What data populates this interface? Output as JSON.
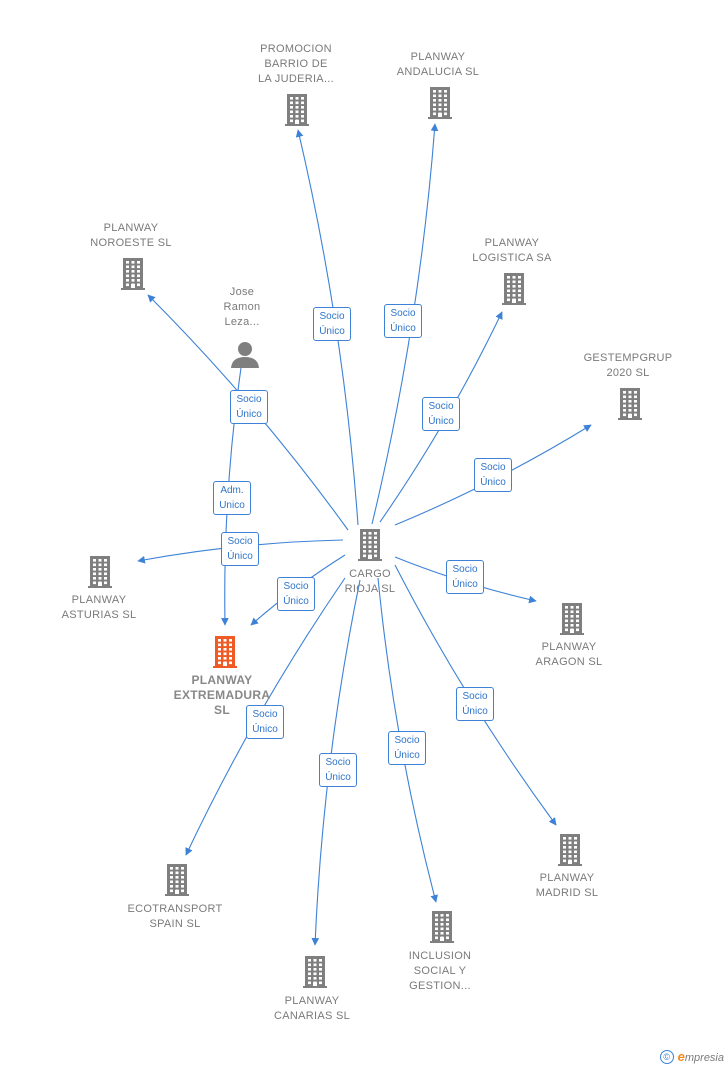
{
  "colors": {
    "node": "#7f7f7f",
    "focus": "#f05a24",
    "edge": "#3d82d6"
  },
  "center_node": {
    "id": "cargo",
    "label": "CARGO\nRIOJA SL",
    "icon": "building-icon"
  },
  "nodes": [
    {
      "id": "cargo",
      "label": "CARGO\nRIOJA SL",
      "icon": "building-icon",
      "type": "company"
    },
    {
      "id": "promocion",
      "label": "PROMOCION\nBARRIO DE\nLA JUDERIA...",
      "icon": "building-icon",
      "type": "company"
    },
    {
      "id": "andalucia",
      "label": "PLANWAY\nANDALUCIA  SL",
      "icon": "building-icon",
      "type": "company"
    },
    {
      "id": "noroeste",
      "label": "PLANWAY\nNOROESTE SL",
      "icon": "building-icon",
      "type": "company"
    },
    {
      "id": "logistica",
      "label": "PLANWAY\nLOGISTICA SA",
      "icon": "building-icon",
      "type": "company"
    },
    {
      "id": "gestempgrup",
      "label": "GESTEMPGRUP\n2020  SL",
      "icon": "building-icon",
      "type": "company"
    },
    {
      "id": "jose",
      "label": "Jose\nRamon\nLeza...",
      "icon": "person-icon",
      "type": "person"
    },
    {
      "id": "asturias",
      "label": "PLANWAY\nASTURIAS  SL",
      "icon": "building-icon",
      "type": "company"
    },
    {
      "id": "extremadura",
      "label": "PLANWAY\nEXTREMADURA\nSL",
      "icon": "building-icon",
      "type": "focus"
    },
    {
      "id": "aragon",
      "label": "PLANWAY\nARAGON  SL",
      "icon": "building-icon",
      "type": "company"
    },
    {
      "id": "madrid",
      "label": "PLANWAY\nMADRID  SL",
      "icon": "building-icon",
      "type": "company"
    },
    {
      "id": "ecotransport",
      "label": "ECOTRANSPORT\nSPAIN  SL",
      "icon": "building-icon",
      "type": "company"
    },
    {
      "id": "canarias",
      "label": "PLANWAY\nCANARIAS  SL",
      "icon": "building-icon",
      "type": "company"
    },
    {
      "id": "inclusion",
      "label": "INCLUSION\nSOCIAL Y\nGESTION...",
      "icon": "building-icon",
      "type": "company"
    }
  ],
  "edges": [
    {
      "from": "cargo",
      "to": "promocion",
      "label": "Socio\nÚnico"
    },
    {
      "from": "cargo",
      "to": "andalucia",
      "label": "Socio\nÚnico"
    },
    {
      "from": "cargo",
      "to": "noroeste",
      "label": "Socio\nÚnico"
    },
    {
      "from": "cargo",
      "to": "logistica",
      "label": "Socio\nÚnico"
    },
    {
      "from": "cargo",
      "to": "gestempgrup",
      "label": "Socio\nÚnico"
    },
    {
      "from": "jose",
      "to": "extremadura",
      "label": "Adm.\nUnico"
    },
    {
      "from": "cargo",
      "to": "asturias",
      "label": "Socio\nÚnico"
    },
    {
      "from": "cargo",
      "to": "extremadura",
      "label": "Socio\nÚnico"
    },
    {
      "from": "cargo",
      "to": "aragon",
      "label": "Socio\nÚnico"
    },
    {
      "from": "cargo",
      "to": "madrid",
      "label": "Socio\nÚnico"
    },
    {
      "from": "cargo",
      "to": "ecotransport",
      "label": "Socio\nÚnico"
    },
    {
      "from": "cargo",
      "to": "canarias",
      "label": "Socio\nÚnico"
    },
    {
      "from": "cargo",
      "to": "inclusion",
      "label": "Socio\nÚnico"
    }
  ],
  "footer": {
    "copyright_symbol": "©",
    "brand_first": "e",
    "brand_rest": "mpresia"
  }
}
